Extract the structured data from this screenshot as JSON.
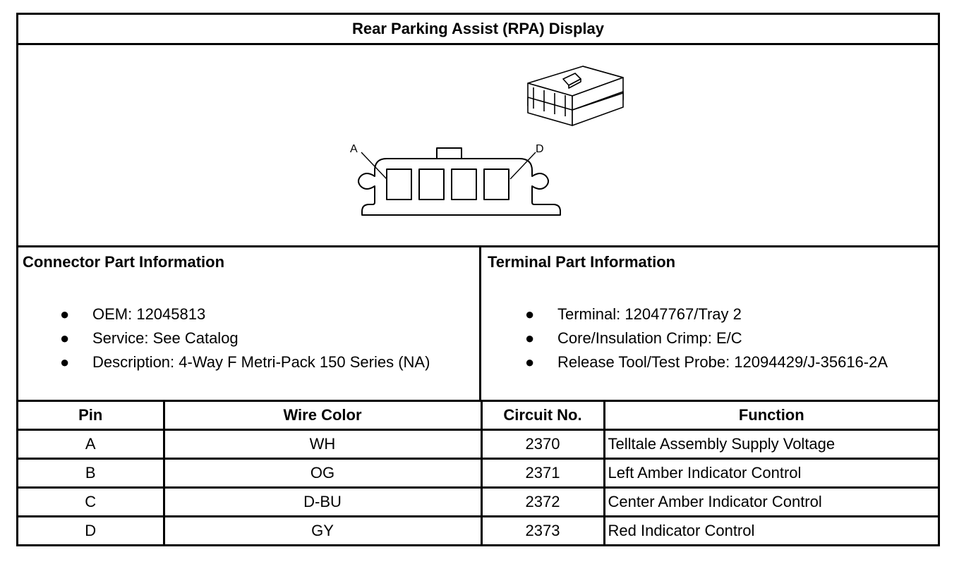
{
  "title": "Rear Parking Assist (RPA) Display",
  "drawing": {
    "label_a": "A",
    "label_d": "D"
  },
  "connector_info": {
    "heading": "Connector Part Information",
    "items": [
      "OEM: 12045813",
      "Service: See Catalog",
      "Description: 4-Way F Metri-Pack 150 Series (NA)"
    ]
  },
  "terminal_info": {
    "heading": "Terminal Part Information",
    "items": [
      "Terminal: 12047767/Tray 2",
      "Core/Insulation Crimp: E/C",
      "Release Tool/Test Probe: 12094429/J-35616-2A"
    ]
  },
  "pin_table": {
    "headers": [
      "Pin",
      "Wire Color",
      "Circuit No.",
      "Function"
    ],
    "rows": [
      [
        "A",
        "WH",
        "2370",
        "Telltale Assembly Supply Voltage"
      ],
      [
        "B",
        "OG",
        "2371",
        "Left Amber Indicator Control"
      ],
      [
        "C",
        "D-BU",
        "2372",
        "Center Amber Indicator Control"
      ],
      [
        "D",
        "GY",
        "2373",
        "Red Indicator Control"
      ]
    ]
  }
}
